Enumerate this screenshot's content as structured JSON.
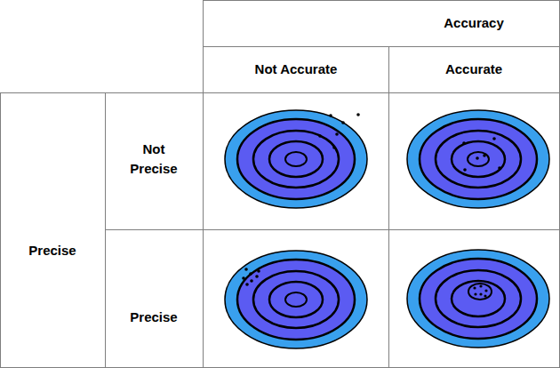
{
  "diagram": {
    "labels": [
      "Accuracy",
      "Not Accurate",
      "Accurate",
      "Precise",
      "Not Precise",
      "Precise"
    ]
  }
}
